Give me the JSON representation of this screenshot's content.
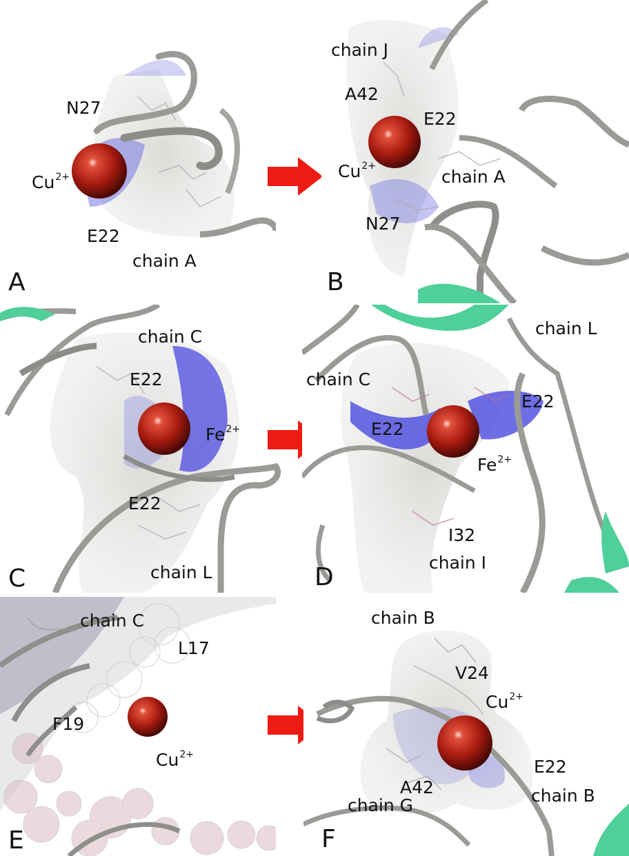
{
  "panels": {
    "A": {
      "letter": "A",
      "labels": {
        "n27": "N27",
        "cu": "Cu",
        "cu_charge": "2+",
        "e22": "E22",
        "chain": "chain A"
      }
    },
    "B": {
      "letter": "B",
      "labels": {
        "chain_j": "chain J",
        "a42": "A42",
        "e22": "E22",
        "cu": "Cu",
        "cu_charge": "2+",
        "chain_a": "chain A",
        "n27": "N27"
      }
    },
    "C": {
      "letter": "C",
      "labels": {
        "chain_c": "chain C",
        "e22_top": "E22",
        "fe": "Fe",
        "fe_charge": "2+",
        "e22_bottom": "E22",
        "chain_l": "chain L"
      }
    },
    "D": {
      "letter": "D",
      "labels": {
        "chain_l": "chain L",
        "chain_c": "chain C",
        "e22_right": "E22",
        "e22_left": "E22",
        "fe": "Fe",
        "fe_charge": "2+",
        "i32": "I32",
        "chain_i": "chain I"
      }
    },
    "E": {
      "letter": "E",
      "labels": {
        "chain_c": "chain C",
        "l17": "L17",
        "f19": "F19",
        "cu": "Cu",
        "cu_charge": "2+"
      }
    },
    "F": {
      "letter": "F",
      "labels": {
        "chain_b_top": "chain B",
        "v24": "V24",
        "cu": "Cu",
        "cu_charge": "2+",
        "e22": "E22",
        "chain_b_bottom": "chain B",
        "a42": "A42",
        "chain_g": "chain G"
      }
    }
  },
  "colors": {
    "ion": "#b01e12",
    "backbone": "#9a9a96",
    "sheet": "#4fcf9a",
    "surface_blue": "#5a5ae0",
    "surface_gray": "#e6e6e4",
    "arrow": "#ee1b12"
  }
}
